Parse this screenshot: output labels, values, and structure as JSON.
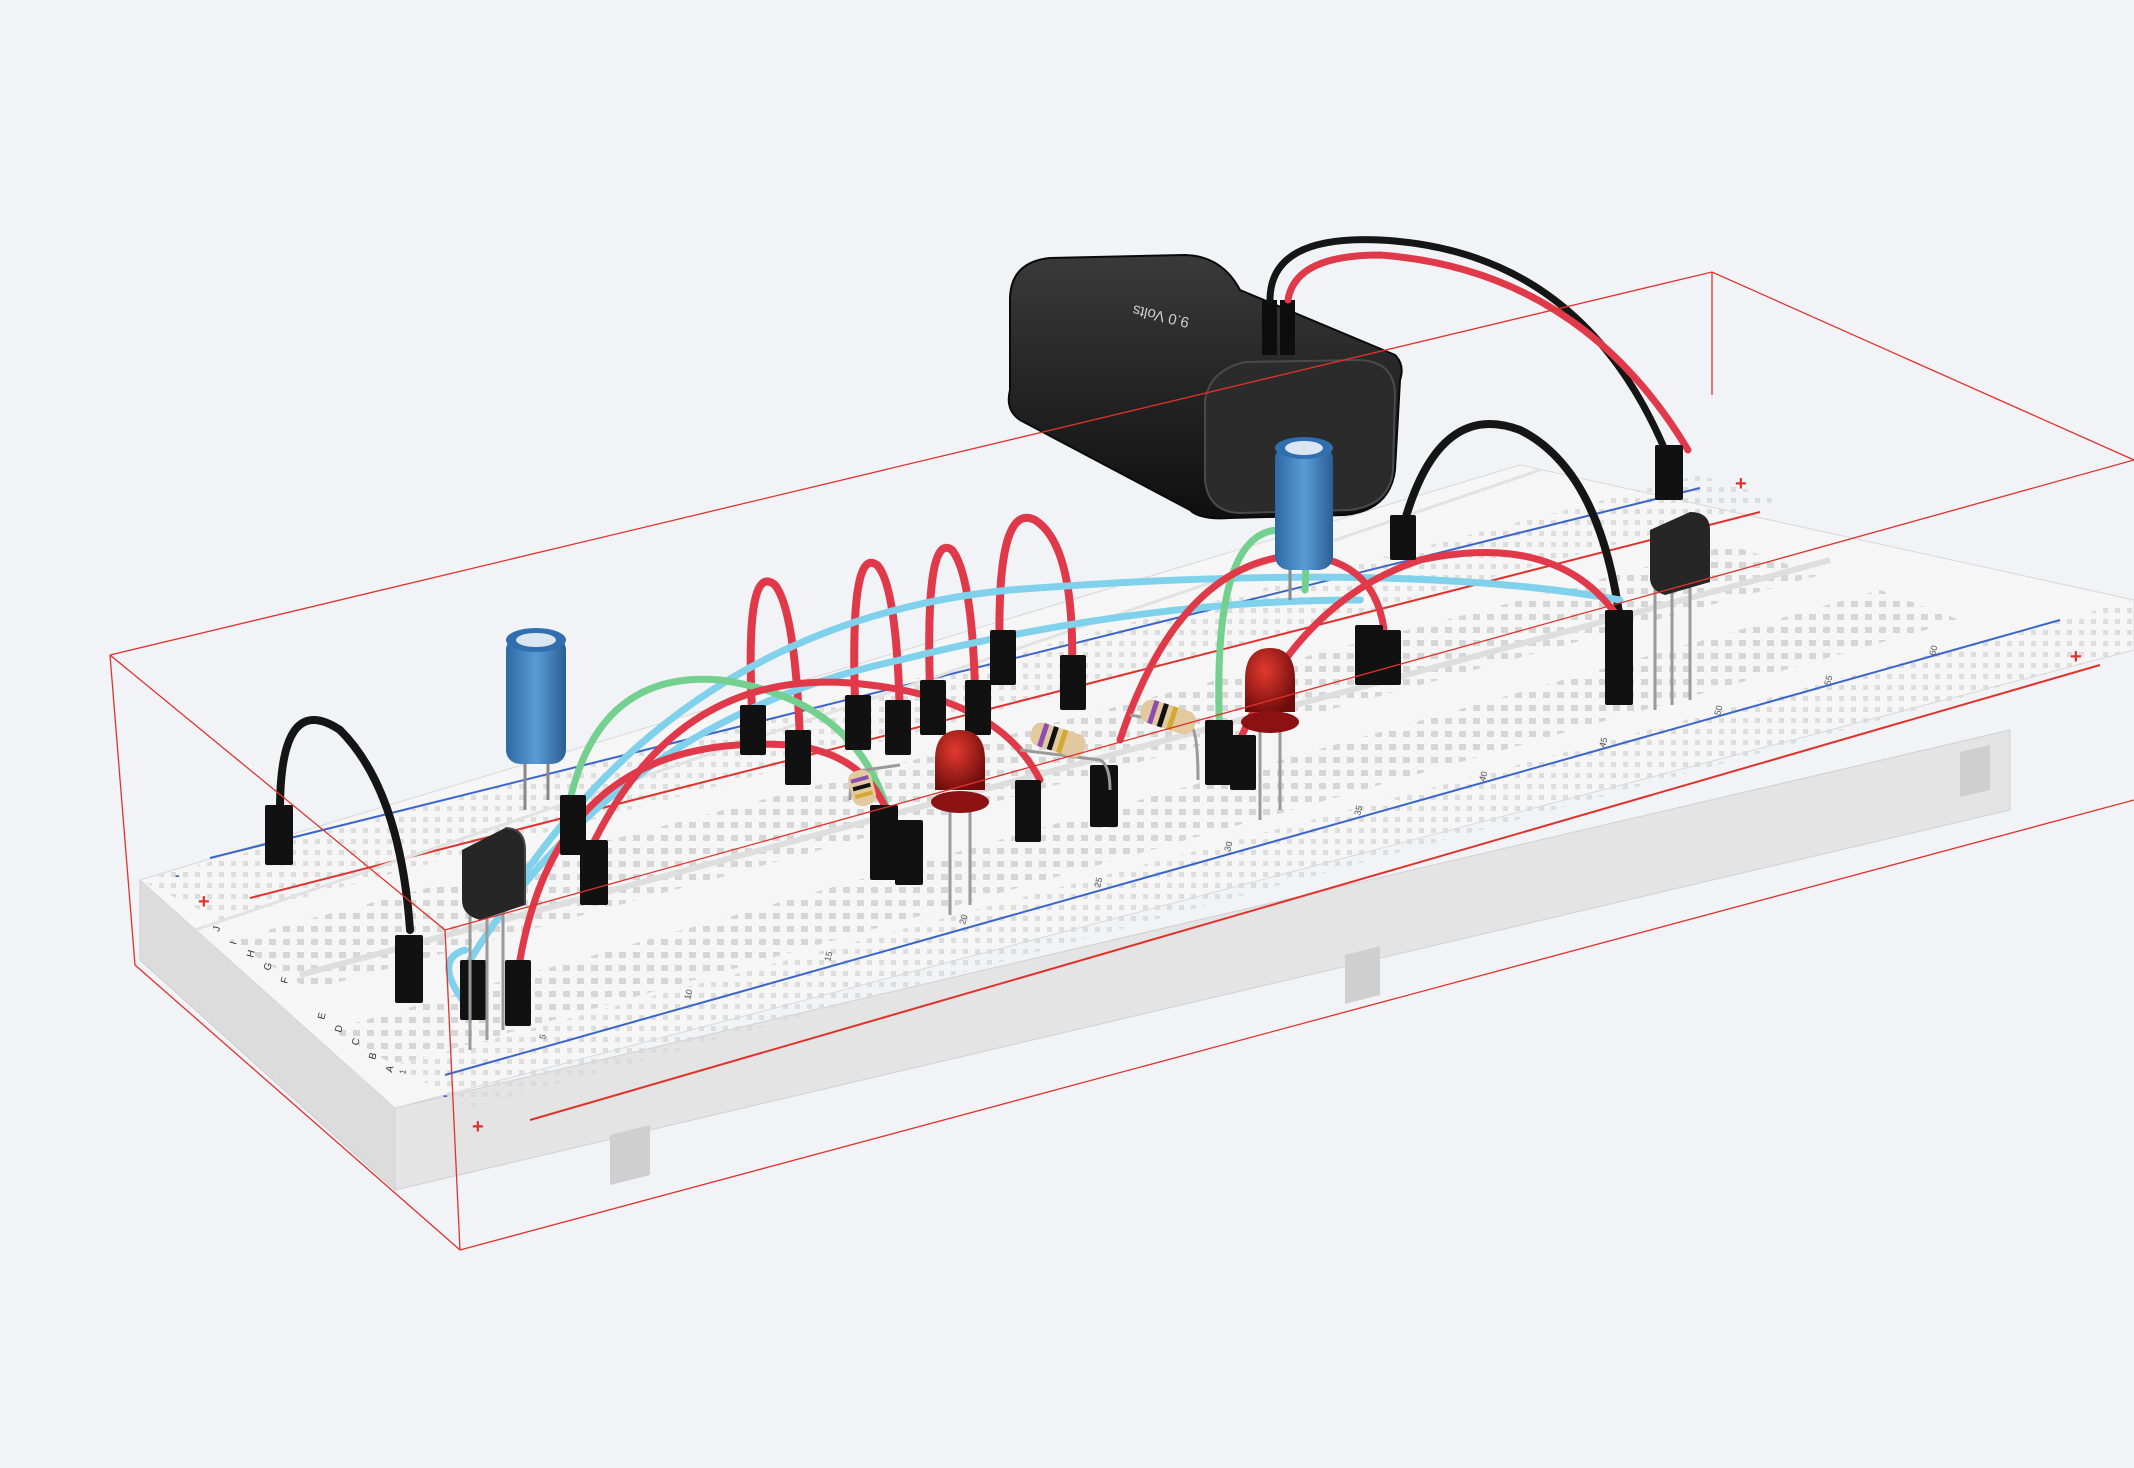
{
  "scene": {
    "background": "#f2f3f7",
    "selection_color": "#e0322b",
    "board": {
      "color": "#f7f7f7",
      "side_color": "#e6e6e6",
      "end_color": "#dcdcdc",
      "rail_plus_color": "#e0322b",
      "rail_minus_color": "#3a66c9",
      "rail_plus_symbol": "+",
      "rail_minus_symbol": "-",
      "row_letters_near": [
        "A",
        "B",
        "C",
        "D",
        "E"
      ],
      "row_letters_far": [
        "F",
        "G",
        "H",
        "I",
        "J"
      ],
      "column_numbers": [
        "1",
        "5",
        "10",
        "15",
        "20",
        "25",
        "30",
        "35",
        "40",
        "45",
        "50",
        "55",
        "60"
      ]
    },
    "battery": {
      "label": "9.0 Volts",
      "body_color": "#1c1c1c",
      "terminal_color": "#0d0d0d"
    },
    "wire_colors": {
      "red": "#e03a4a",
      "black": "#151515",
      "blue": "#7fd1ec",
      "green": "#74d08e"
    },
    "components": {
      "capacitor_color": "#3d82c4",
      "led_color": "#c0181b",
      "transistor_color": "#262626",
      "resistor_color": "#e2c9a0",
      "jumper_pin_color": "#111111"
    }
  }
}
